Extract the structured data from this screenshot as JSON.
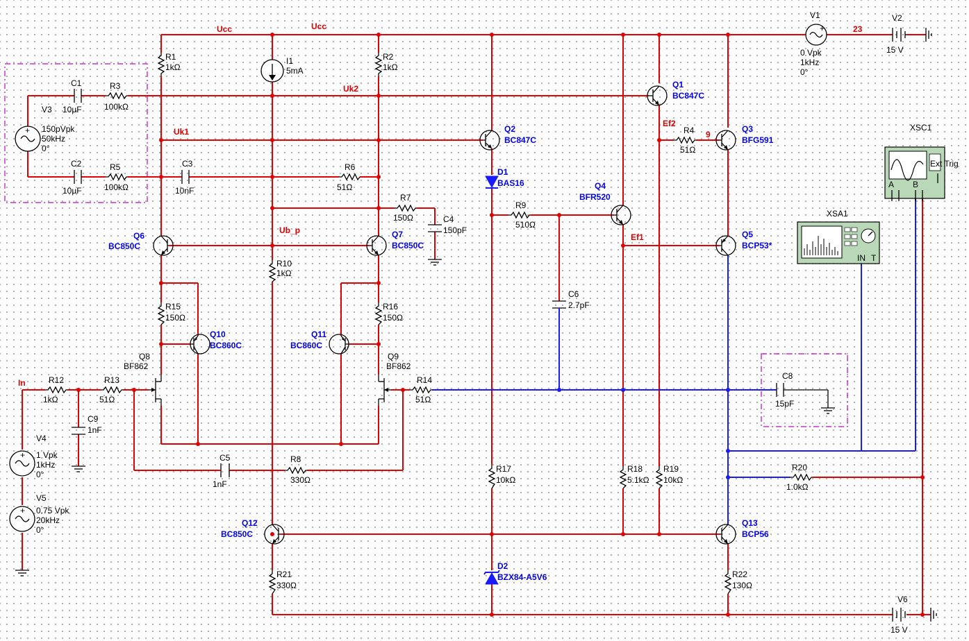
{
  "nets": {
    "ucc_left": "Ucc",
    "ucc_right": "Ucc",
    "uk2": "Uk2",
    "uk1": "Uk1",
    "ub_p": "Ub_p",
    "ef2": "Ef2",
    "ef1": "Ef1",
    "n9": "9",
    "n23": "23",
    "in": "In"
  },
  "resistors": {
    "r1": {
      "ref": "R1",
      "value": "1kΩ"
    },
    "r2": {
      "ref": "R2",
      "value": "1kΩ"
    },
    "r3": {
      "ref": "R3",
      "value": "100kΩ"
    },
    "r4": {
      "ref": "R4",
      "value": "51Ω"
    },
    "r5": {
      "ref": "R5",
      "value": "100kΩ"
    },
    "r6": {
      "ref": "R6",
      "value": "51Ω"
    },
    "r7": {
      "ref": "R7",
      "value": "150Ω"
    },
    "r8": {
      "ref": "R8",
      "value": "330Ω"
    },
    "r9": {
      "ref": "R9",
      "value": "510Ω"
    },
    "r10": {
      "ref": "R10",
      "value": "1kΩ"
    },
    "r12": {
      "ref": "R12",
      "value": "1kΩ"
    },
    "r13": {
      "ref": "R13",
      "value": "51Ω"
    },
    "r14": {
      "ref": "R14",
      "value": "51Ω"
    },
    "r15": {
      "ref": "R15",
      "value": "150Ω"
    },
    "r16": {
      "ref": "R16",
      "value": "150Ω"
    },
    "r17": {
      "ref": "R17",
      "value": "10kΩ"
    },
    "r18": {
      "ref": "R18",
      "value": "5.1kΩ"
    },
    "r19": {
      "ref": "R19",
      "value": "10kΩ"
    },
    "r20": {
      "ref": "R20",
      "value": "1.0kΩ"
    },
    "r21": {
      "ref": "R21",
      "value": "330Ω"
    },
    "r22": {
      "ref": "R22",
      "value": "130Ω"
    }
  },
  "capacitors": {
    "c1": {
      "ref": "C1",
      "value": "10µF"
    },
    "c2": {
      "ref": "C2",
      "value": "10µF"
    },
    "c3": {
      "ref": "C3",
      "value": "10nF"
    },
    "c4": {
      "ref": "C4",
      "value": "150pF"
    },
    "c5": {
      "ref": "C5",
      "value": "1nF"
    },
    "c6": {
      "ref": "C6",
      "value": "2.7pF"
    },
    "c8": {
      "ref": "C8",
      "value": "15pF"
    },
    "c9": {
      "ref": "C9",
      "value": "1nF"
    }
  },
  "transistors": {
    "q1": {
      "ref": "Q1",
      "part": "BC847C"
    },
    "q2": {
      "ref": "Q2",
      "part": "BC847C"
    },
    "q3": {
      "ref": "Q3",
      "part": "BFG591"
    },
    "q4": {
      "ref": "Q4",
      "part": "BFR520"
    },
    "q5": {
      "ref": "Q5",
      "part": "BCP53*"
    },
    "q6": {
      "ref": "Q6",
      "part": "BC850C"
    },
    "q7": {
      "ref": "Q7",
      "part": "BC850C"
    },
    "q8": {
      "ref": "Q8",
      "part": "BF862"
    },
    "q9": {
      "ref": "Q9",
      "part": "BF862"
    },
    "q10": {
      "ref": "Q10",
      "part": "BC860C"
    },
    "q11": {
      "ref": "Q11",
      "part": "BC860C"
    },
    "q12": {
      "ref": "Q12",
      "part": "BC850C"
    },
    "q13": {
      "ref": "Q13",
      "part": "BCP56"
    }
  },
  "diodes": {
    "d1": {
      "ref": "D1",
      "part": "BAS16"
    },
    "d2": {
      "ref": "D2",
      "part": "BZX84-A5V6"
    }
  },
  "current_source": {
    "ref": "I1",
    "value": "5mA"
  },
  "sources": {
    "v1": {
      "ref": "V1",
      "l1": "0 Vpk",
      "l2": "1kHz",
      "l3": "0°"
    },
    "v2": {
      "ref": "V2",
      "value": "15 V"
    },
    "v3": {
      "ref": "V3",
      "l1": "150pVpk",
      "l2": "50kHz",
      "l3": "0°"
    },
    "v4": {
      "ref": "V4",
      "l1": "1 Vpk",
      "l2": "1kHz",
      "l3": "0°"
    },
    "v5": {
      "ref": "V5",
      "l1": "0.75 Vpk",
      "l2": "20kHz",
      "l3": "0°"
    },
    "v6": {
      "ref": "V6",
      "value": "15 V"
    }
  },
  "instruments": {
    "xsc1": {
      "ref": "XSC1",
      "ch_a": "A",
      "ch_b": "B",
      "trig": "Ext Trig"
    },
    "xsa1": {
      "ref": "XSA1",
      "in_label": "IN",
      "trig_label": "T"
    }
  },
  "colors": {
    "wire": "#e00000",
    "signal_wire": "#1a1aff",
    "component_label": "#0000ff",
    "box_border": "#c000c0",
    "instrument_fill": "#b8d8b8"
  }
}
